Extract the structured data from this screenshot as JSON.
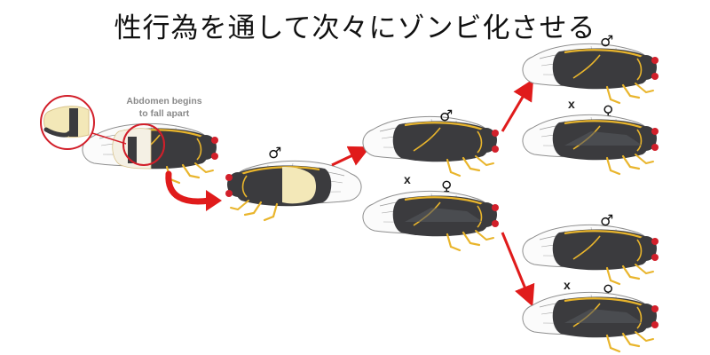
{
  "title": "性行為を通して次々にゾンビ化させる",
  "annotation": {
    "line1": "Abdomen begins",
    "line2": "to fall apart"
  },
  "symbols": {
    "male": "♂",
    "female": "♀",
    "cross": "x"
  },
  "colors": {
    "arrow": "#e01b1b",
    "body": "#3b3b3e",
    "female_body": "#55585e",
    "yellow": "#e9b52c",
    "eye": "#d21f2a",
    "wing": "#8e8e8e",
    "spore": "#f3e8b8",
    "tan": "#d9c38c"
  }
}
